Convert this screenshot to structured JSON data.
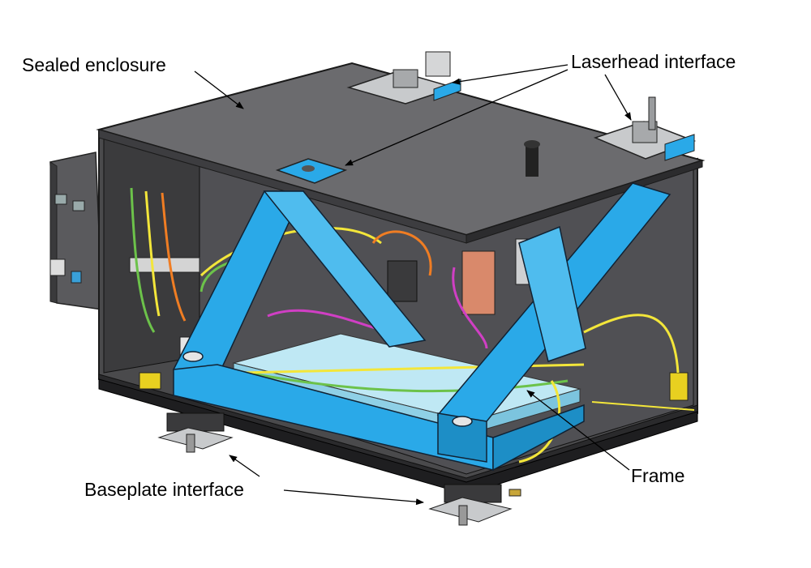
{
  "labels": {
    "sealed_enclosure": "Sealed enclosure",
    "laserhead_interface": "Laserhead interface",
    "frame": "Frame",
    "baseplate_interface": "Baseplate interface"
  },
  "colors": {
    "frame_blue": "#2aa9e8",
    "enclosure_dark": "#4a4a4c",
    "top_plate": "#6b6b6e",
    "bench_blue": "#bfe8f4",
    "cable_yellow": "#f3e63a",
    "cable_green": "#6cc24a",
    "cable_orange": "#f07d23",
    "cable_magenta": "#d03fc4",
    "copper": "#d9896b"
  }
}
